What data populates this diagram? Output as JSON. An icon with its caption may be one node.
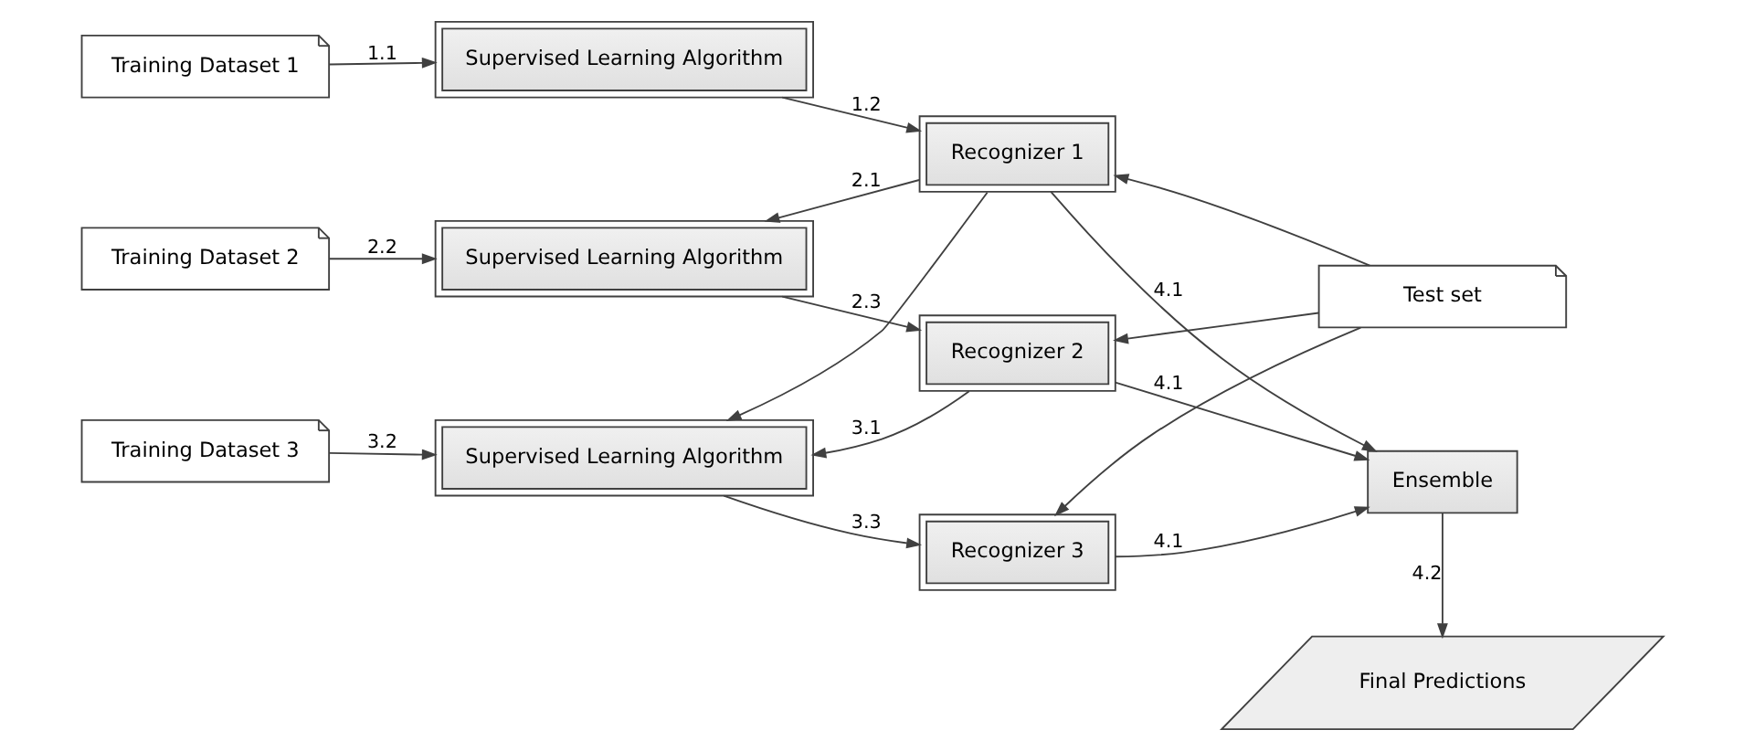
{
  "diagram": {
    "nodes": [
      {
        "text": [
          "Training Dataset 1"
        ]
      },
      {
        "text": [
          "Supervised Learning Algorithm"
        ]
      },
      {
        "text": [
          "Recognizer 1"
        ]
      },
      {
        "text": [
          "Test set"
        ]
      },
      {
        "text": [
          "Training Dataset 2"
        ]
      },
      {
        "text": [
          "Supervised Learning Algorithm"
        ]
      },
      {
        "text": [
          "Recognizer 2"
        ]
      },
      {
        "text": [
          "Ensemble"
        ]
      },
      {
        "text": [
          "Training Dataset 3"
        ]
      },
      {
        "text": [
          "Supervised Learning Algorithm"
        ]
      },
      {
        "text": [
          "Recognizer 3"
        ]
      },
      {
        "text": [
          "Final Predictions"
        ]
      }
    ],
    "edges": [
      {
        "from": 0,
        "to": 1,
        "arrow": "to",
        "label": "1.1"
      },
      {
        "from": 1,
        "to": 2,
        "arrow": "to",
        "label": "1.2"
      },
      {
        "from": 3,
        "to": 2,
        "arrow": "to"
      },
      {
        "from": 2,
        "to": 5,
        "arrow": "to",
        "label": "2.1"
      },
      {
        "from": 4,
        "to": 5,
        "arrow": "to",
        "label": "2.2"
      },
      {
        "from": 5,
        "to": 6,
        "arrow": "to",
        "label": "2.3"
      },
      {
        "from": 3,
        "to": 6,
        "arrow": "to"
      },
      {
        "from": 6,
        "to": 9,
        "arrow": "to",
        "label": "3.1"
      },
      {
        "from": 2,
        "to": 9,
        "arrow": "to"
      },
      {
        "from": 8,
        "to": 9,
        "arrow": "to",
        "label": "3.2"
      },
      {
        "from": 9,
        "to": 10,
        "arrow": "to",
        "label": "3.3"
      },
      {
        "from": 3,
        "to": 10,
        "arrow": "to"
      },
      {
        "from": 2,
        "to": 7,
        "arrow": "to",
        "label": "4.1"
      },
      {
        "from": 6,
        "to": 7,
        "arrow": "to",
        "label": "4.1"
      },
      {
        "from": 10,
        "to": 7,
        "arrow": "to",
        "label": "4.1"
      },
      {
        "from": 7,
        "to": 11,
        "arrow": "to",
        "label": "4.2"
      }
    ]
  }
}
